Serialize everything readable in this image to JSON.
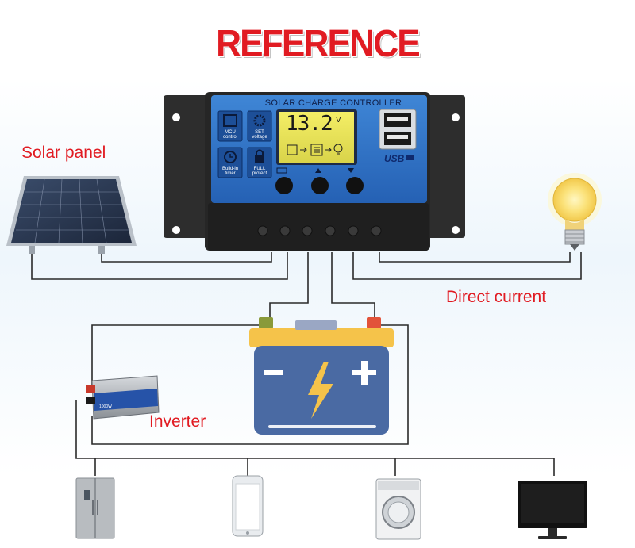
{
  "title": "REFERENCE",
  "labels": {
    "solar_panel": "Solar panel",
    "direct_current": "Direct current",
    "inverter": "Inverter"
  },
  "controller": {
    "title": "SOLAR CHARGE CONTROLLER",
    "lcd_value": "13.2",
    "lcd_unit": "V",
    "buttons": {
      "mcu": "MCU control",
      "set": "SET voltage",
      "build": "Build-in timer",
      "full": "FULL protect"
    },
    "usb_label": "USB"
  },
  "inverter_brand": "1000W",
  "colors": {
    "title_red": "#e11b22",
    "controller_blue": "#2f73c9",
    "battery_blue": "#4a6aa3",
    "battery_yellow": "#f5c34a",
    "background_blue": "#e8f2fa"
  }
}
